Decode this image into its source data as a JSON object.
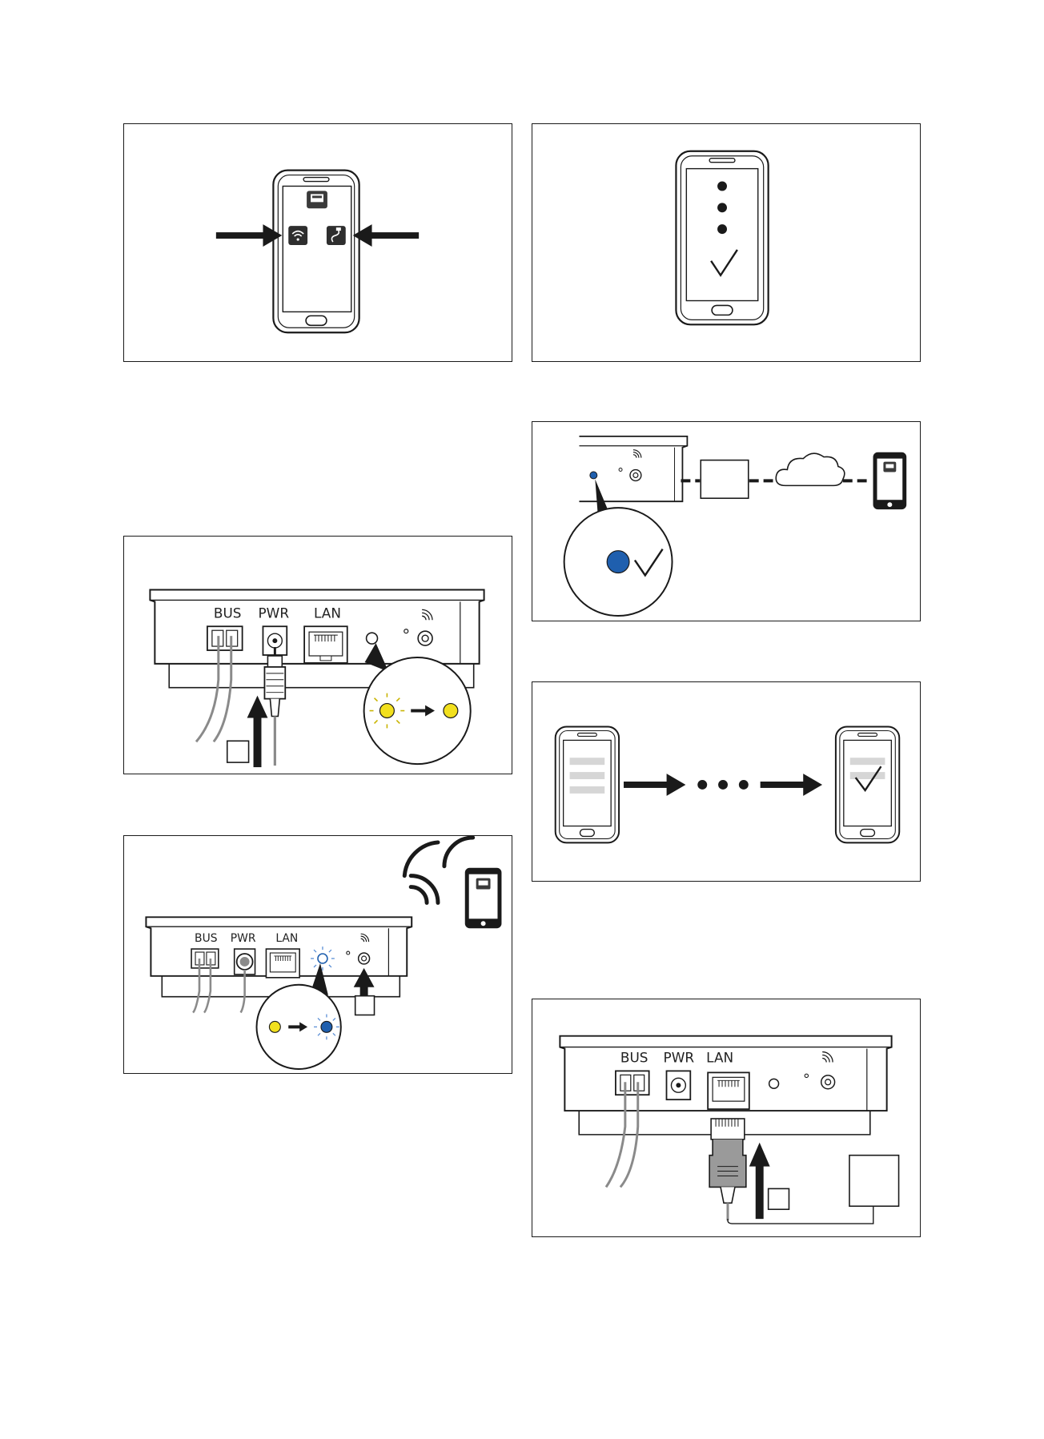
{
  "device": {
    "port_bus": "BUS",
    "port_pwr": "PWR",
    "port_lan": "LAN"
  },
  "icons": {
    "wifi": "wifi-icon",
    "cable": "cable-icon",
    "checkmark": "checkmark-icon",
    "cloud": "cloud-icon",
    "smartphone": "smartphone-icon",
    "router": "router-box",
    "arrow": "arrow-icon"
  },
  "colors": {
    "led_yellow": "#f2e01e",
    "led_blue": "#1f5fae",
    "line": "#1a1a1a",
    "cable_gray": "#8a8a8a"
  }
}
